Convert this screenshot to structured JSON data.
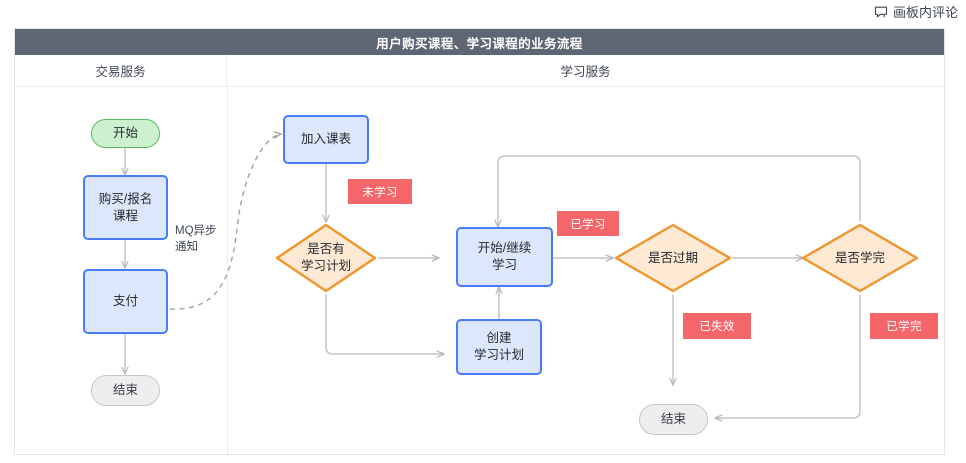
{
  "toolbar": {
    "comment_label": "画板内评论",
    "comment_icon": "comment-icon"
  },
  "diagram": {
    "title": "用户购买课程、学习课程的业务流程",
    "lanes": [
      {
        "name": "交易服务"
      },
      {
        "name": "学习服务"
      }
    ],
    "colors": {
      "title_bar": "#5f6673",
      "start_fill": "#cdf0cf",
      "start_border": "#58ba63",
      "end_fill": "#eceef0",
      "end_border": "#c3c7cd",
      "process_fill": "#dde7fc",
      "process_border": "#4a7bf7",
      "decision_fill": "#fde9d4",
      "decision_border": "#f0952b",
      "badge_fill": "#f4666a",
      "connector": "#b5b9bf"
    },
    "nodes": {
      "start": "开始",
      "buy_course": "购买/报名\n课程",
      "pay": "支付",
      "end_left": "结束",
      "join_schedule": "加入课表",
      "has_plan": "是否有\n学习计划",
      "create_plan": "创建\n学习计划",
      "start_continue": "开始/继续\n学习",
      "is_expired": "是否过期",
      "is_finished": "是否学完",
      "end_right": "结束"
    },
    "badges": {
      "not_studied": "未学习",
      "studied": "已学习",
      "expired": "已失效",
      "finished": "已学完"
    },
    "edge_labels": {
      "mq_async": "MQ异步\n通知"
    }
  }
}
